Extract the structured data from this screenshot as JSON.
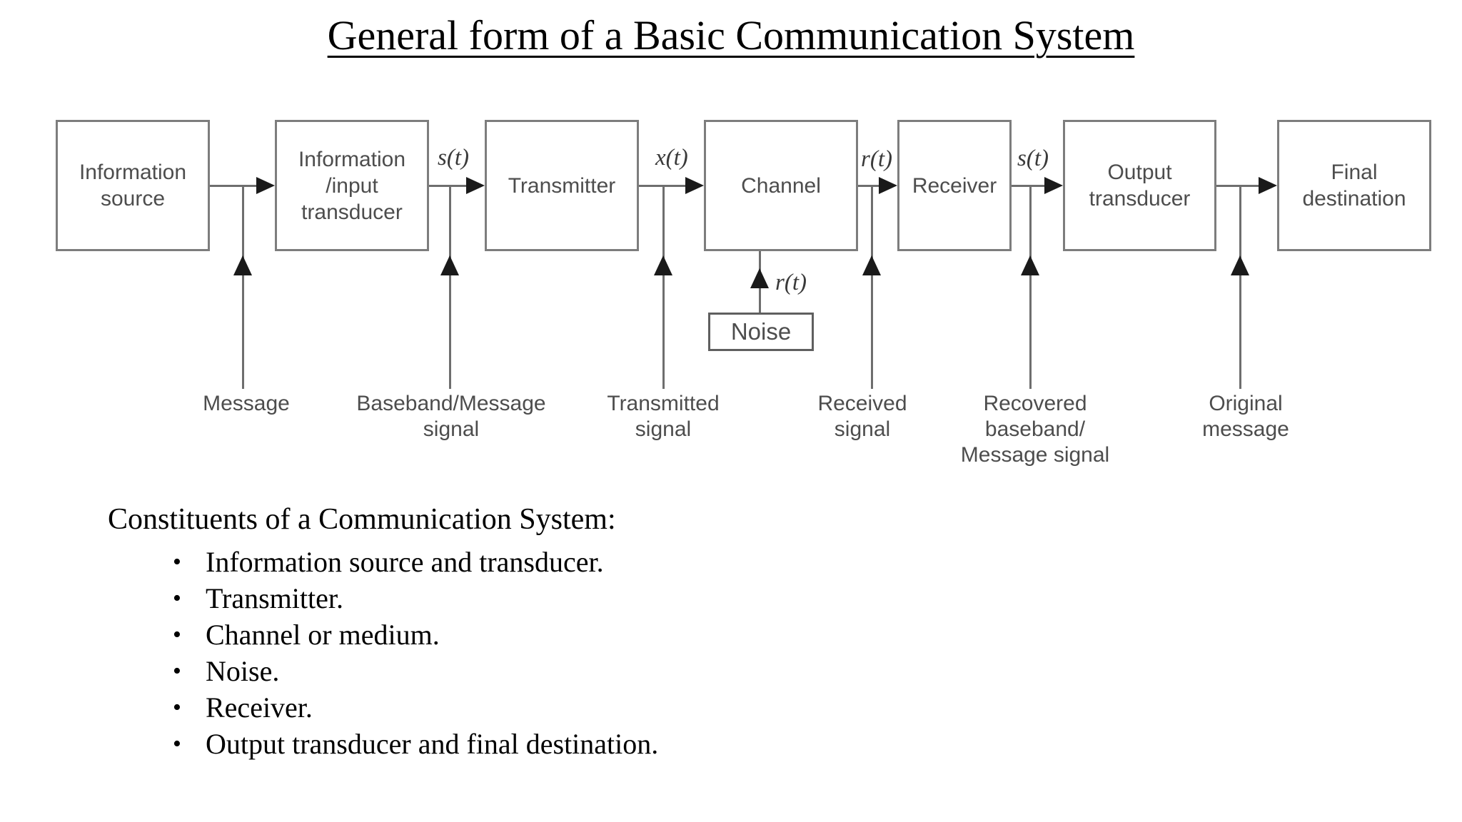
{
  "title": "General form of a Basic Communication System",
  "colors": {
    "line": "#6e6e6e",
    "arrowhead": "#1a1a1a",
    "diagram_text": "#4d4d4d",
    "body_text": "#000000",
    "background": "#ffffff"
  },
  "diagram": {
    "blocks": [
      {
        "label": "Information\nsource"
      },
      {
        "label": "Information\n/input\ntransducer"
      },
      {
        "label": "Transmitter"
      },
      {
        "label": "Channel"
      },
      {
        "label": "Receiver"
      },
      {
        "label": "Output\ntransducer"
      },
      {
        "label": "Final\ndestination"
      }
    ],
    "signal_labels": [
      {
        "text": "s(t)"
      },
      {
        "text": "x(t)"
      },
      {
        "text": "r(t)"
      },
      {
        "text": "s(t)"
      }
    ],
    "noise": {
      "label": "Noise",
      "signal": "r(t)"
    },
    "flow_labels": [
      {
        "text": "Message"
      },
      {
        "text": "Baseband/Message\nsignal"
      },
      {
        "text": "Transmitted\nsignal"
      },
      {
        "text": "Received\nsignal"
      },
      {
        "text": "Recovered\nbaseband/\nMessage signal"
      },
      {
        "text": "Original\nmessage"
      }
    ]
  },
  "constituents": {
    "heading": "Constituents of a Communication System:",
    "items": [
      "Information source and transducer.",
      "Transmitter.",
      "Channel or medium.",
      "Noise.",
      "Receiver.",
      "Output transducer and final destination."
    ]
  }
}
